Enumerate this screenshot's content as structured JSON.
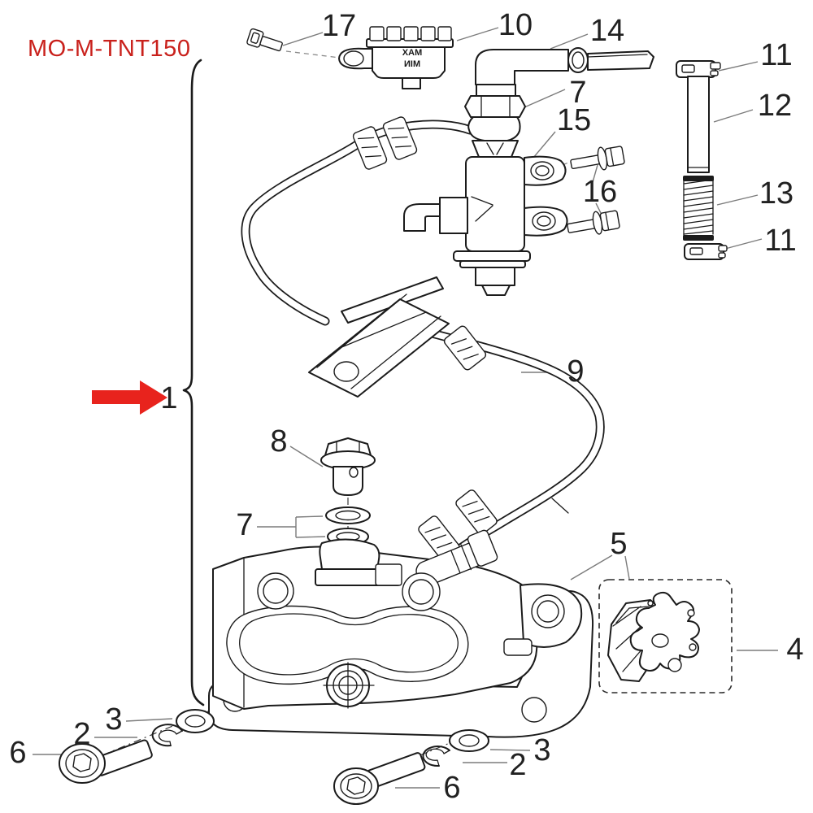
{
  "page": {
    "title": "MO-M-TNT150",
    "title_color": "#c9211c",
    "background": "#ffffff"
  },
  "diagram": {
    "type": "exploded-parts-diagram",
    "line_color": "#1b1b1b",
    "leader_color": "#7b7b7b",
    "arrow_color": "#e8231d",
    "reservoir": {
      "max_label": "MAX",
      "min_label": "MIN",
      "text_mirrored": true
    },
    "callouts": [
      {
        "number": "17"
      },
      {
        "number": "10"
      },
      {
        "number": "14"
      },
      {
        "number": "11"
      },
      {
        "number": "12"
      },
      {
        "number": "7"
      },
      {
        "number": "15"
      },
      {
        "number": "16"
      },
      {
        "number": "13"
      },
      {
        "number": "11"
      },
      {
        "number": "9"
      },
      {
        "number": "1"
      },
      {
        "number": "8"
      },
      {
        "number": "7"
      },
      {
        "number": "5"
      },
      {
        "number": "4"
      },
      {
        "number": "6"
      },
      {
        "number": "2"
      },
      {
        "number": "3"
      },
      {
        "number": "2"
      },
      {
        "number": "3"
      },
      {
        "number": "6"
      }
    ]
  }
}
